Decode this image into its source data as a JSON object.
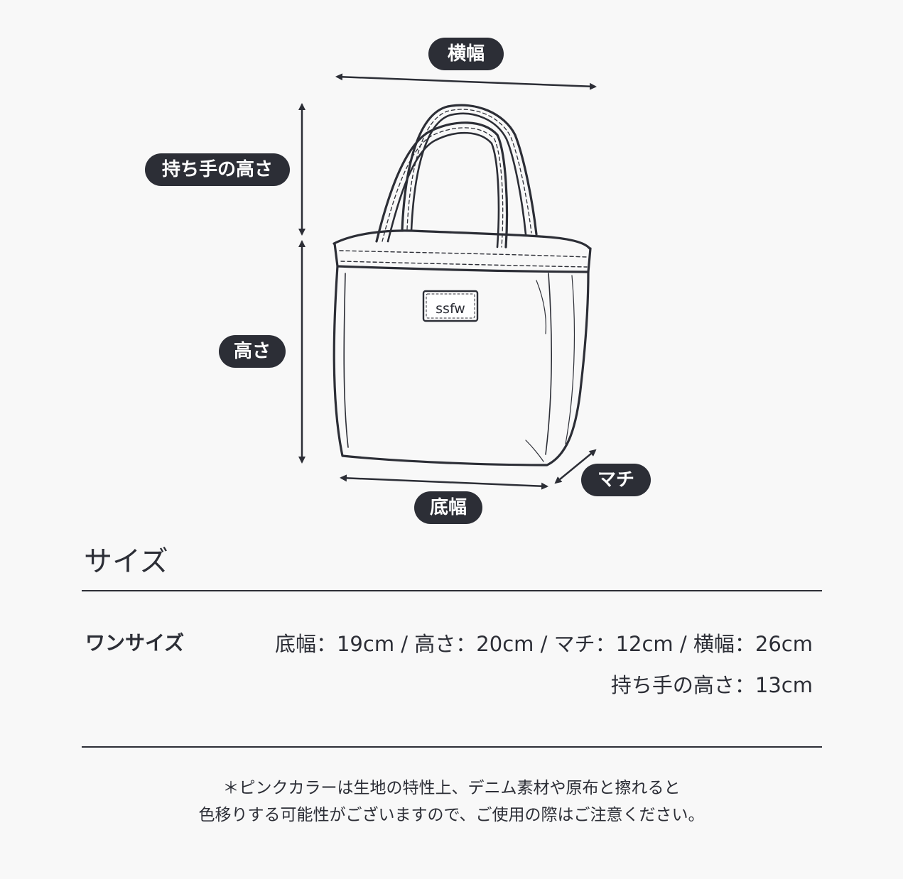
{
  "diagram": {
    "labels": {
      "width": "横幅",
      "handle_height": "持ち手の高さ",
      "height": "高さ",
      "bottom_width": "底幅",
      "gusset": "マチ"
    },
    "bag_tag": "ssfw"
  },
  "size_section": {
    "title": "サイズ",
    "size_name": "ワンサイズ",
    "line1": "底幅：19cm / 高さ：20cm / マチ：12cm / 横幅：26cm",
    "line2": "持ち手の高さ：13cm"
  },
  "note": {
    "line1": "＊ピンクカラーは生地の特性上、デニム素材や原布と擦れると",
    "line2": "色移りする可能性がございますので、ご使用の際はご注意ください。"
  },
  "colors": {
    "ink": "#2c2e36",
    "background": "#f8f8f8",
    "pill_text": "#ffffff"
  }
}
